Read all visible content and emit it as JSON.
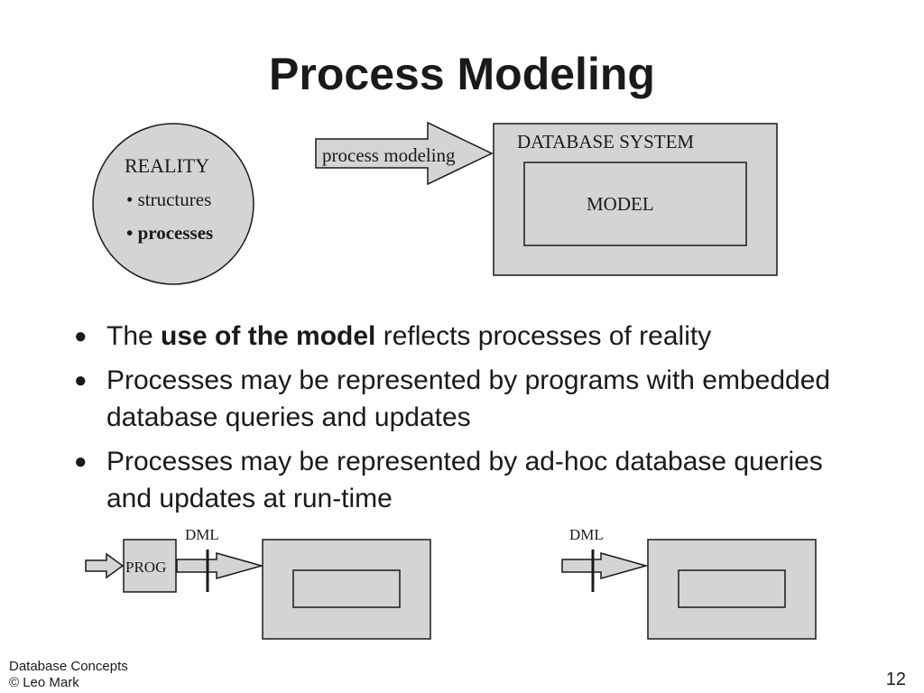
{
  "title": "Process Modeling",
  "top_diagram": {
    "reality_title": "REALITY",
    "reality_items": [
      "• structures",
      "• processes"
    ],
    "arrow_label": "process modeling",
    "database_system_label": "DATABASE SYSTEM",
    "model_label": "MODEL"
  },
  "bullets": [
    {
      "text_before": "The ",
      "bold": "use of the model",
      "text_after": " reflects processes of reality"
    },
    {
      "text_before": "Processes may be represented by programs with embedded database queries and updates",
      "bold": "",
      "text_after": ""
    },
    {
      "text_before": "Processes may be represented by ad-hoc database queries and updates at run-time",
      "bold": "",
      "text_after": ""
    }
  ],
  "bottom_diagrams": {
    "left_dml_label": "DML",
    "prog_label": "PROG",
    "right_dml_label": "DML"
  },
  "footer": {
    "line1": "Database Concepts",
    "line2": "© Leo Mark",
    "page_number": "12"
  },
  "colors": {
    "shape_fill": "#d4d4d4",
    "stroke": "#1a1a1a"
  }
}
